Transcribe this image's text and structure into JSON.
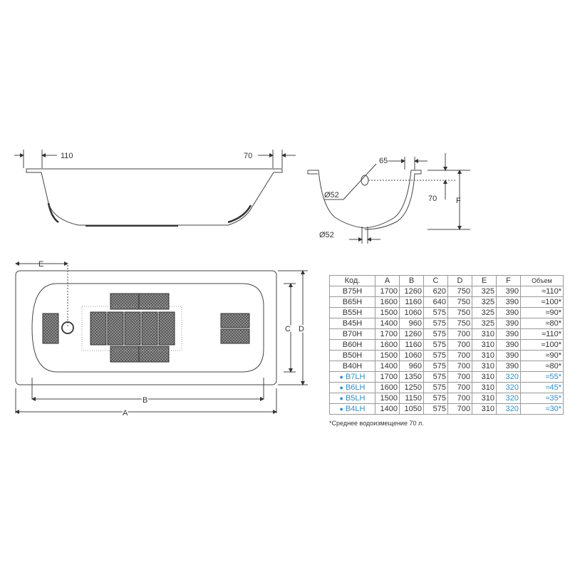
{
  "side_view": {
    "left_rim": "110",
    "right_rim": "70"
  },
  "section_view": {
    "rim": "65",
    "overflow_diameter": "Ø52",
    "overflow_height": "70",
    "height_label": "F",
    "drain_diameter": "Ø52"
  },
  "top_view": {
    "e_label": "E",
    "b_label": "B",
    "a_label": "A",
    "c_label": "C",
    "d_label": "D"
  },
  "table": {
    "headers": [
      "Код.",
      "A",
      "B",
      "C",
      "D",
      "E",
      "F",
      "Объем"
    ],
    "rows": [
      {
        "code": "B75H",
        "cells": [
          "1700",
          "1260",
          "620",
          "750",
          "325",
          "390",
          "≈110*"
        ],
        "low": false
      },
      {
        "code": "B65H",
        "cells": [
          "1600",
          "1160",
          "640",
          "750",
          "325",
          "390",
          "≈100*"
        ],
        "low": false
      },
      {
        "code": "B55H",
        "cells": [
          "1500",
          "1060",
          "575",
          "750",
          "325",
          "390",
          "≈90*"
        ],
        "low": false
      },
      {
        "code": "B45H",
        "cells": [
          "1400",
          "960",
          "575",
          "750",
          "325",
          "390",
          "≈80*"
        ],
        "low": false
      },
      {
        "code": "B70H",
        "cells": [
          "1700",
          "1260",
          "575",
          "700",
          "310",
          "390",
          "≈110*"
        ],
        "low": false
      },
      {
        "code": "B60H",
        "cells": [
          "1600",
          "1160",
          "575",
          "700",
          "310",
          "390",
          "≈100*"
        ],
        "low": false
      },
      {
        "code": "B50H",
        "cells": [
          "1500",
          "1060",
          "575",
          "700",
          "310",
          "390",
          "≈90*"
        ],
        "low": false
      },
      {
        "code": "B40H",
        "cells": [
          "1400",
          "960",
          "575",
          "700",
          "310",
          "390",
          "≈80*"
        ],
        "low": false
      },
      {
        "code": "B7LH",
        "cells": [
          "1700",
          "1350",
          "575",
          "700",
          "310",
          "320",
          "≈55*"
        ],
        "low": true
      },
      {
        "code": "B6LH",
        "cells": [
          "1600",
          "1250",
          "575",
          "700",
          "310",
          "320",
          "≈45*"
        ],
        "low": true
      },
      {
        "code": "B5LH",
        "cells": [
          "1500",
          "1150",
          "575",
          "700",
          "310",
          "320",
          "≈35*"
        ],
        "low": true
      },
      {
        "code": "B4LH",
        "cells": [
          "1400",
          "1050",
          "575",
          "700",
          "310",
          "320",
          "≈30*"
        ],
        "low": true
      }
    ],
    "footnote": "*Среднее водоизмещение 70 л."
  },
  "colors": {
    "accent": "#2e8fc8",
    "line": "#444444"
  }
}
